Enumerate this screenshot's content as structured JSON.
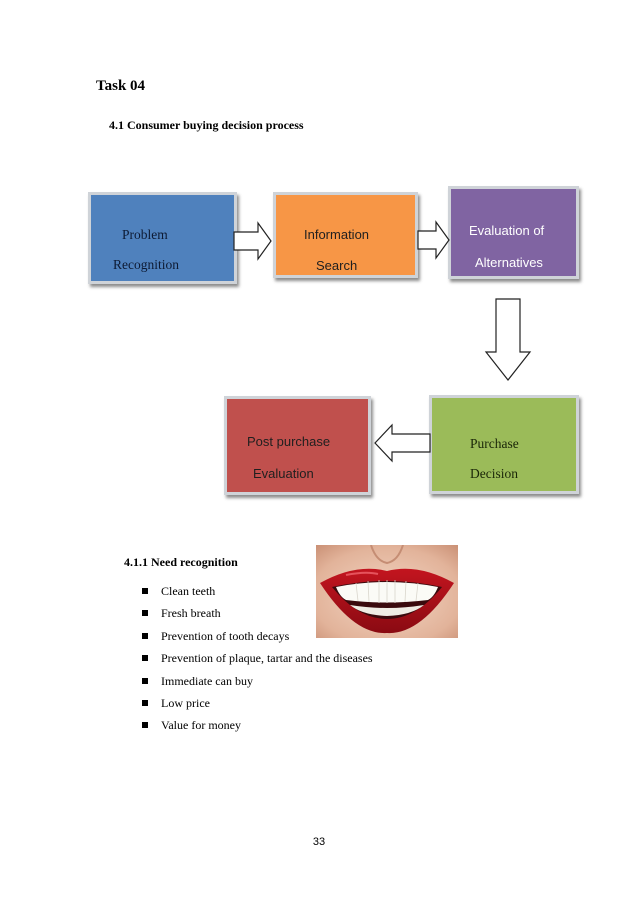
{
  "document": {
    "task_title": "Task 04",
    "section_title": "4.1 Consumer buying decision process",
    "process": {
      "steps": [
        {
          "line1": "Problem",
          "line2": "Recognition",
          "color": "#4f81bd"
        },
        {
          "line1": "Information",
          "line2": "Search",
          "color": "#f79646"
        },
        {
          "line1": "Evaluation of",
          "line2": "Alternatives",
          "color": "#8064a2"
        },
        {
          "line1": "Purchase",
          "line2": "Decision",
          "color": "#9bbb59"
        },
        {
          "line1": "Post purchase",
          "line2": "Evaluation",
          "color": "#c0504d"
        }
      ]
    },
    "subsection_title": "4.1.1 Need recognition",
    "needs": [
      "Clean teeth",
      "Fresh breath",
      "Prevention of tooth decays",
      "Prevention of plaque, tartar and the diseases",
      "Immediate can buy",
      "Low price",
      "Value for money"
    ],
    "photo": "smiling-mouth-with-red-lips-and-white-teeth",
    "page_number": "33"
  }
}
